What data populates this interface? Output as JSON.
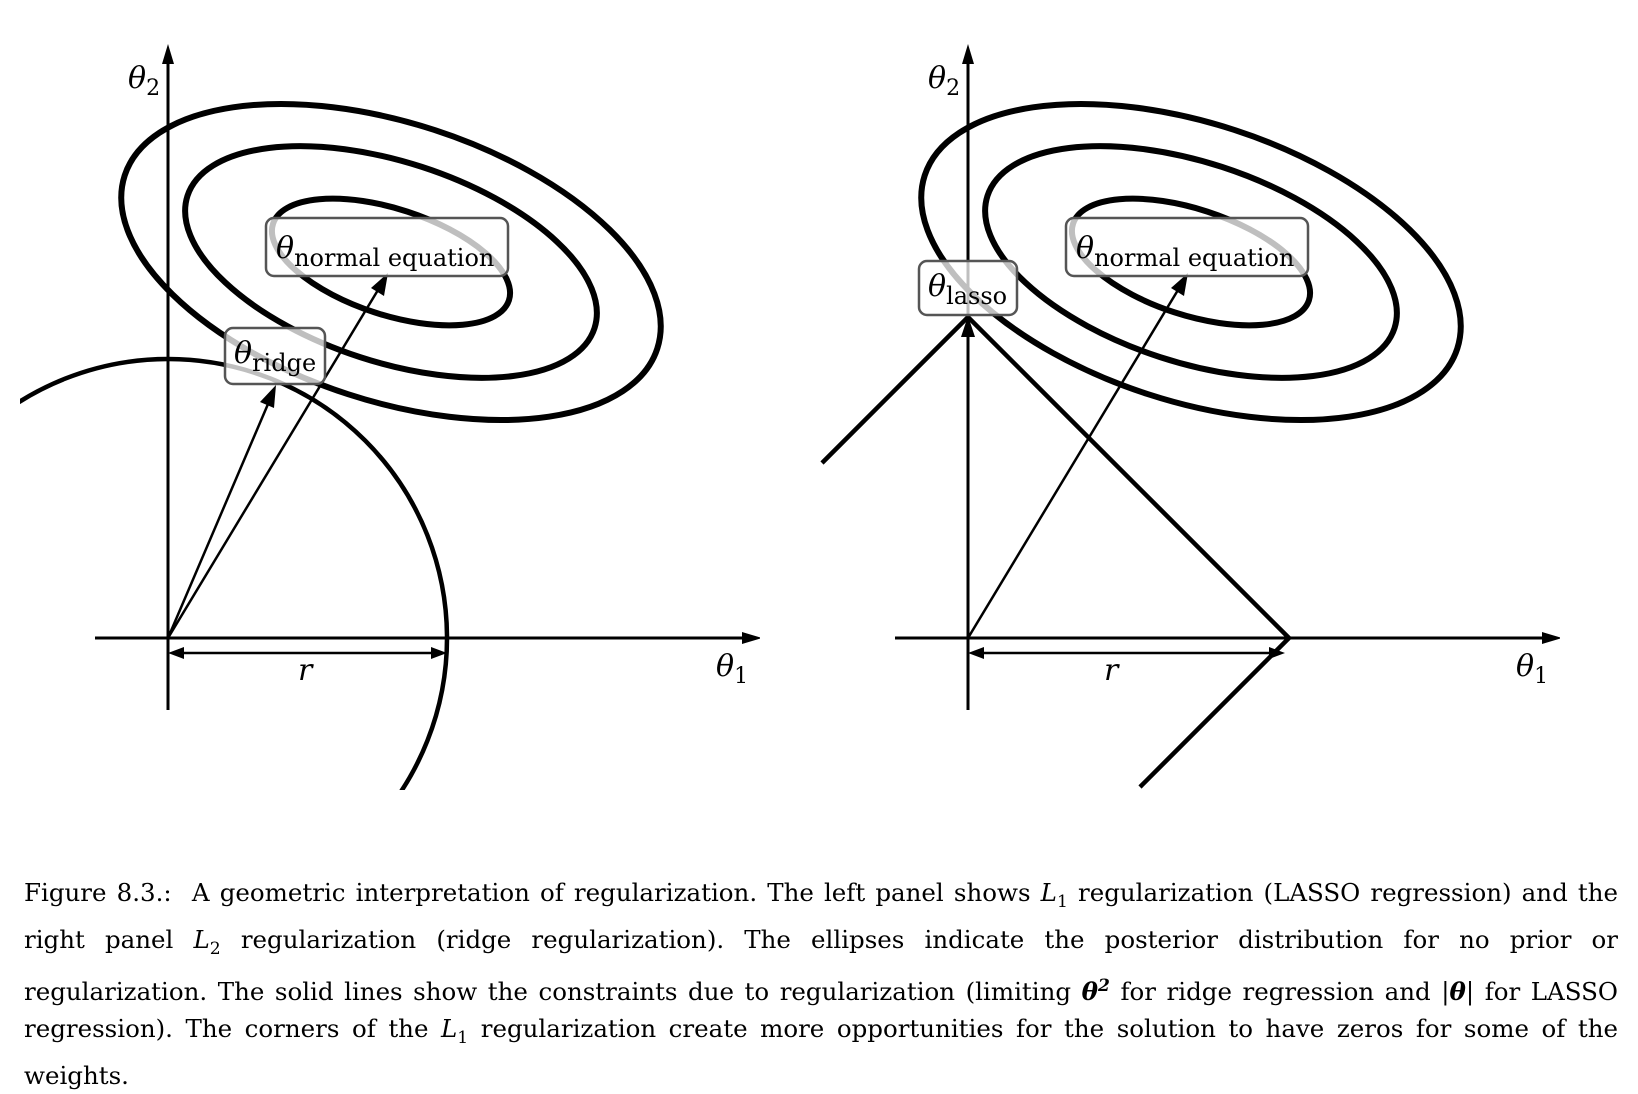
{
  "figure": {
    "left_panel": {
      "y_axis": "θ",
      "y_axis_sub": "2",
      "x_axis": "θ",
      "x_axis_sub": "1",
      "radius_label": "r",
      "box_normal_theta": "θ",
      "box_normal_sub": "normal equation",
      "box_ridge_theta": "θ",
      "box_ridge_sub": "ridge"
    },
    "right_panel": {
      "y_axis": "θ",
      "y_axis_sub": "2",
      "x_axis": "θ",
      "x_axis_sub": "1",
      "radius_label": "r",
      "box_normal_theta": "θ",
      "box_normal_sub": "normal equation",
      "box_lasso_theta": "θ",
      "box_lasso_sub": "lasso"
    }
  },
  "caption": {
    "lead": "Figure 8.3.:",
    "s1": "A geometric interpretation of regularization. The left panel shows",
    "L1a": "L",
    "L1a_sub": "1",
    "s2": "regularization (LASSO regression) and the right panel",
    "L2": "L",
    "L2_sub": "2",
    "s3": "regularization (ridge regularization). The ellipses indicate the posterior distribution for no prior or regularization. The solid lines show the constraints due to regularization (limiting",
    "theta_sq": "θ",
    "theta_sq_sup": "2",
    "s4": "for ridge regression and",
    "abs_open": "|",
    "theta_abs": "θ",
    "abs_close": "|",
    "s5": "for LASSO regression). The corners of the",
    "L1b": "L",
    "L1b_sub": "1",
    "s6": "regularization create more opportunities for the solution to have zeros for some of the weights."
  }
}
